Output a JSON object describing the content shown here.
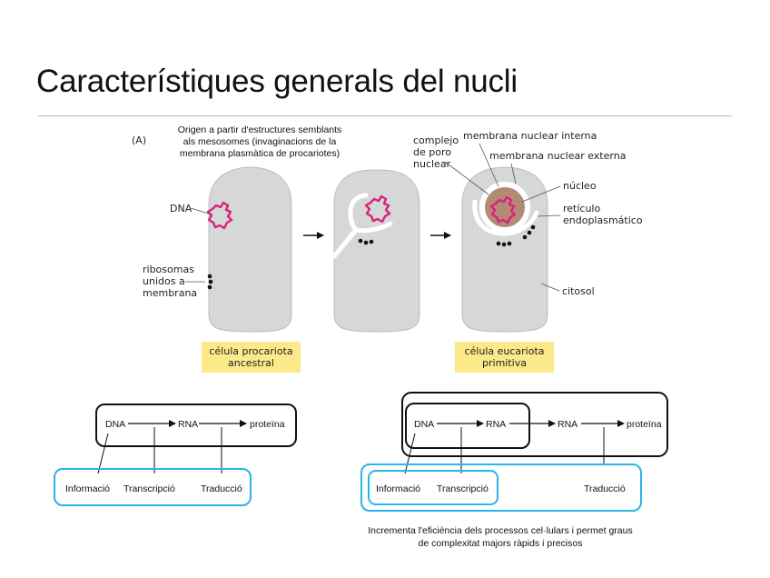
{
  "title": "Característiques generals del nucli",
  "figure": {
    "panel_label": "(A)",
    "origin_note": [
      "Origen a partir d'estructures semblants",
      "als mesosomes (invaginacions de la",
      "membrana plasmàtica de procariotes)"
    ],
    "labels": {
      "dna": "DNA",
      "ribosomes": [
        "ribosomas",
        "unidos a",
        "membrana"
      ],
      "pore_complex": [
        "complejo",
        "de poro",
        "nuclear"
      ],
      "inner_membrane": "membrana nuclear interna",
      "outer_membrane": "membrana nuclear externa",
      "nucleus": "núcleo",
      "er": [
        "retículo",
        "endoplasmático"
      ],
      "cytosol": "citosol"
    },
    "captions": {
      "prokaryote": [
        "célula procariota",
        "ancestral"
      ],
      "eukaryote": [
        "célula eucariota",
        "primitiva"
      ]
    },
    "colors": {
      "cell": "#d6d7d7",
      "nucleus": "#b38a73",
      "dna": "#d8247b",
      "caption_bg": "#fbe98a",
      "process_box": "#29b6e6"
    }
  },
  "flow_left": {
    "nodes": [
      "DNA",
      "RNA",
      "proteïna"
    ],
    "processes": [
      "Informació",
      "Transcripció",
      "Traducció"
    ]
  },
  "flow_right": {
    "nodes": [
      "DNA",
      "RNA",
      "RNA",
      "proteïna"
    ],
    "processes": [
      "Informació",
      "Transcripció",
      "Traducció"
    ]
  },
  "footnote": [
    "Incrementa l'eficiència dels processos cel·lulars i permet graus",
    "de complexitat majors ràpids i precisos"
  ]
}
